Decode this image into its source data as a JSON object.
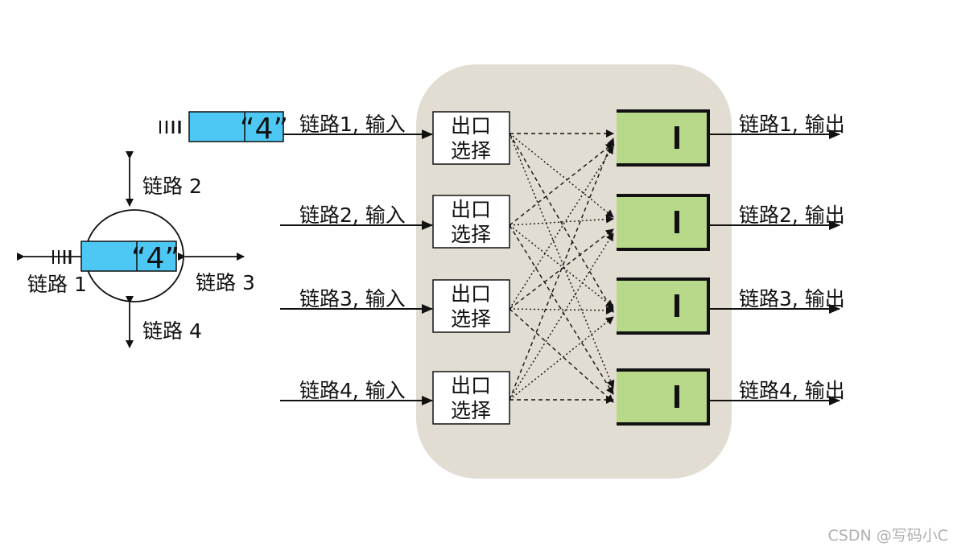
{
  "packet_label": "“4”",
  "router": {
    "links": [
      "链路 1",
      "链路 2",
      "链路 3",
      "链路 4"
    ]
  },
  "inputs": [
    {
      "label": "链路1, 输入",
      "selector": [
        "出口",
        "选择"
      ]
    },
    {
      "label": "链路2, 输入",
      "selector": [
        "出口",
        "选择"
      ]
    },
    {
      "label": "链路3, 输入",
      "selector": [
        "出口",
        "选择"
      ]
    },
    {
      "label": "链路4, 输入",
      "selector": [
        "出口",
        "选择"
      ]
    }
  ],
  "outputs": [
    {
      "label": "链路1, 输出"
    },
    {
      "label": "链路2, 输出"
    },
    {
      "label": "链路3, 输出"
    },
    {
      "label": "链路4, 输出"
    }
  ],
  "colors": {
    "switch_bg": "#e2ddd2",
    "packet": "#4dc8f5",
    "queue": "#b9d98a"
  },
  "watermark": "CSDN @写码小C"
}
